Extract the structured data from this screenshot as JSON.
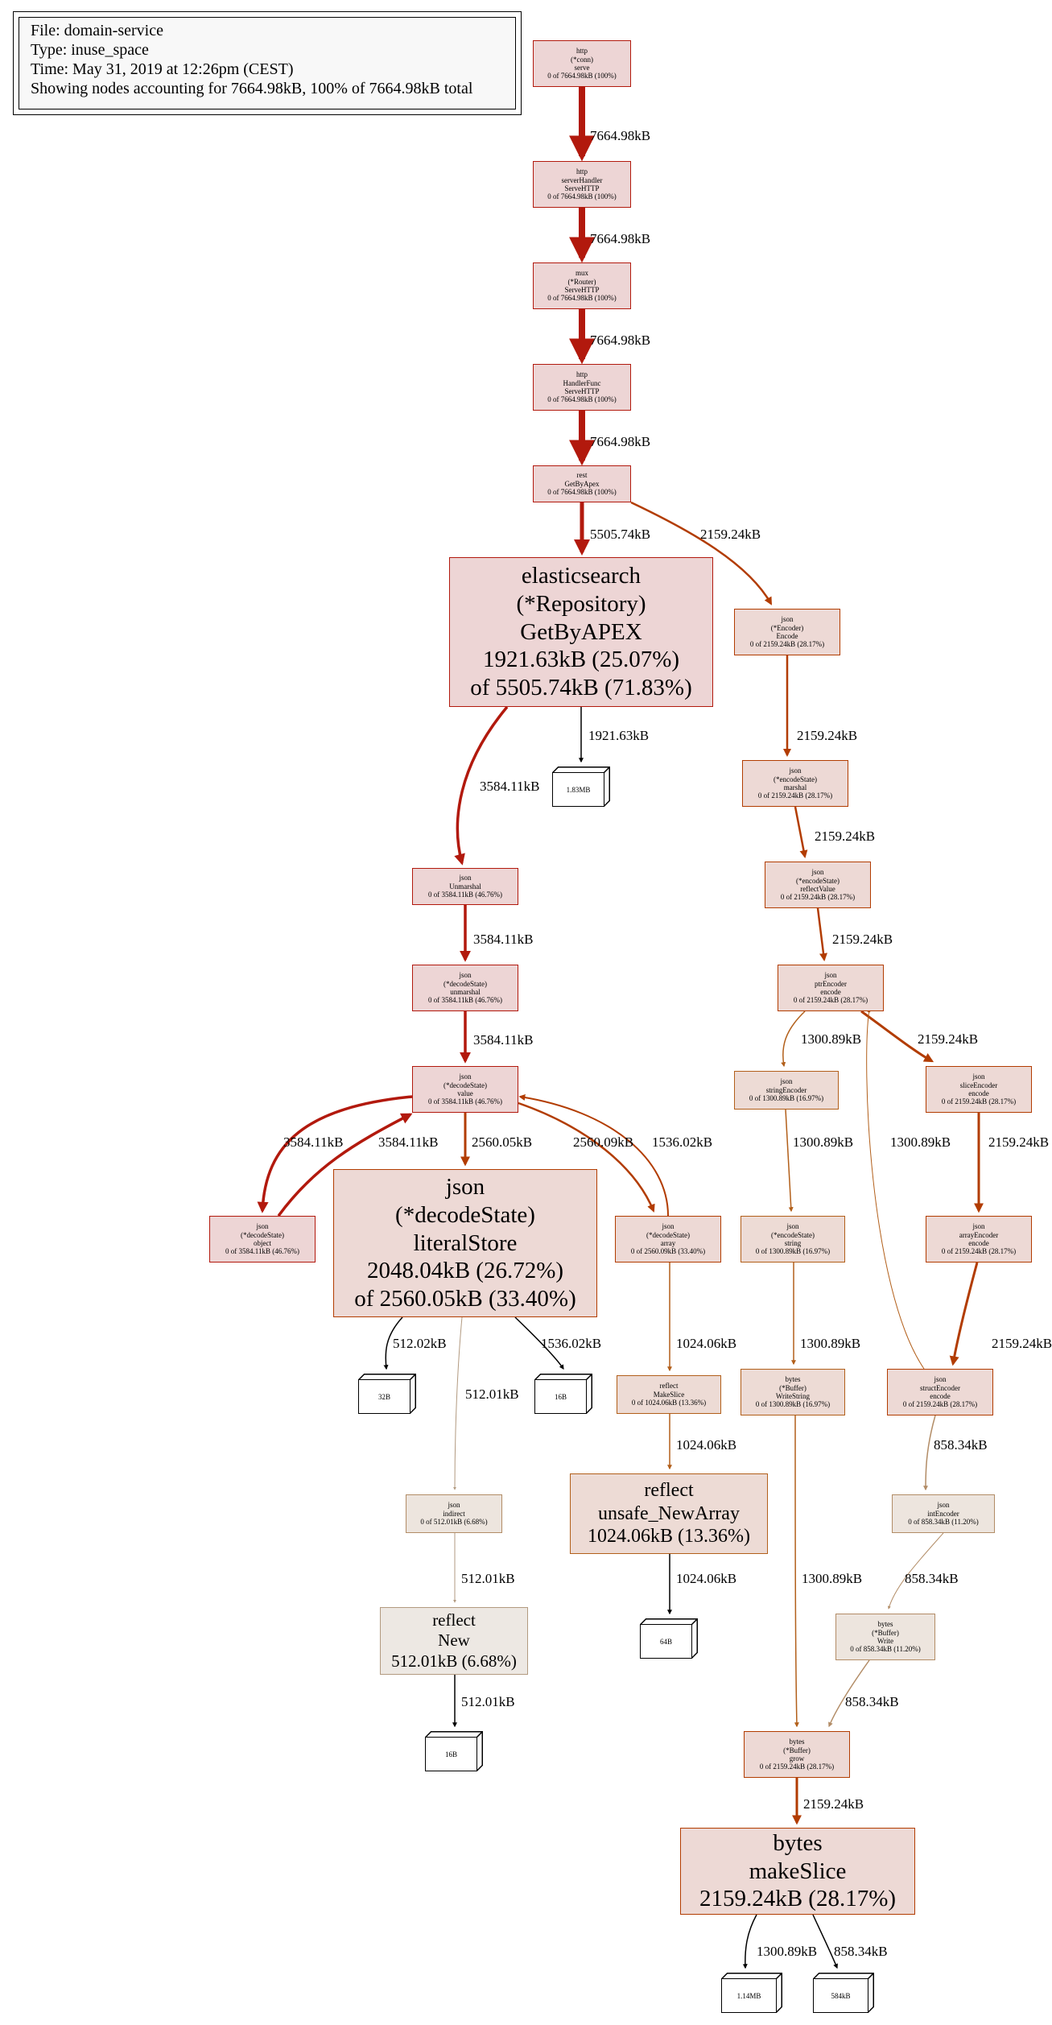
{
  "legend": {
    "file": "File: domain-service",
    "type": "Type: inuse_space",
    "time": "Time: May 31, 2019 at 12:26pm (CEST)",
    "showing": "Showing nodes accounting for 7664.98kB, 100% of 7664.98kB total"
  },
  "colors": {
    "hot": "#b2190d",
    "warm": "#b23c00",
    "mid": "#b25f1a",
    "cool": "#b28c66",
    "cold": "#b29a80",
    "fill_hot": "#edd5d5",
    "fill_warm": "#edd9d5",
    "fill_mid": "#eddbd5",
    "fill_cool": "#ede5de",
    "fill_cold": "#ede8e3"
  },
  "nodes": [
    {
      "id": "n1",
      "lines": [
        "http",
        "(*conn)",
        "serve",
        "0 of 7664.98kB (100%)"
      ],
      "color": "hot",
      "fill": "fill_hot"
    },
    {
      "id": "n2",
      "lines": [
        "http",
        "serverHandler",
        "ServeHTTP",
        "0 of 7664.98kB (100%)"
      ],
      "color": "hot",
      "fill": "fill_hot"
    },
    {
      "id": "n3",
      "lines": [
        "mux",
        "(*Router)",
        "ServeHTTP",
        "0 of 7664.98kB (100%)"
      ],
      "color": "hot",
      "fill": "fill_hot"
    },
    {
      "id": "n4",
      "lines": [
        "http",
        "HandlerFunc",
        "ServeHTTP",
        "0 of 7664.98kB (100%)"
      ],
      "color": "hot",
      "fill": "fill_hot"
    },
    {
      "id": "n5",
      "lines": [
        "rest",
        "GetByApex",
        "0 of 7664.98kB (100%)"
      ],
      "color": "hot",
      "fill": "fill_hot"
    },
    {
      "id": "n6",
      "lines": [
        "elasticsearch",
        "(*Repository)",
        "GetByAPEX",
        "1921.63kB (25.07%)",
        "of 5505.74kB (71.83%)"
      ],
      "color": "hot",
      "fill": "fill_hot"
    },
    {
      "id": "n7",
      "lines": [
        "json",
        "(*Encoder)",
        "Encode",
        "0 of 2159.24kB (28.17%)"
      ],
      "color": "warm",
      "fill": "fill_warm"
    },
    {
      "id": "n8",
      "lines": [
        "json",
        "(*encodeState)",
        "marshal",
        "0 of 2159.24kB (28.17%)"
      ],
      "color": "warm",
      "fill": "fill_warm"
    },
    {
      "id": "n9",
      "lines": [
        "json",
        "(*encodeState)",
        "reflectValue",
        "0 of 2159.24kB (28.17%)"
      ],
      "color": "warm",
      "fill": "fill_warm"
    },
    {
      "id": "n10",
      "lines": [
        "json",
        "Unmarshal",
        "0 of 3584.11kB (46.76%)"
      ],
      "color": "hot",
      "fill": "fill_hot"
    },
    {
      "id": "n11",
      "lines": [
        "json",
        "ptrEncoder",
        "encode",
        "0 of 2159.24kB (28.17%)"
      ],
      "color": "warm",
      "fill": "fill_warm"
    },
    {
      "id": "n12",
      "lines": [
        "json",
        "(*decodeState)",
        "unmarshal",
        "0 of 3584.11kB (46.76%)"
      ],
      "color": "hot",
      "fill": "fill_hot"
    },
    {
      "id": "n13",
      "lines": [
        "json",
        "(*decodeState)",
        "value",
        "0 of 3584.11kB (46.76%)"
      ],
      "color": "hot",
      "fill": "fill_hot"
    },
    {
      "id": "n14",
      "lines": [
        "json",
        "stringEncoder",
        "0 of 1300.89kB (16.97%)"
      ],
      "color": "mid",
      "fill": "fill_mid"
    },
    {
      "id": "n15",
      "lines": [
        "json",
        "sliceEncoder",
        "encode",
        "0 of 2159.24kB (28.17%)"
      ],
      "color": "warm",
      "fill": "fill_warm"
    },
    {
      "id": "n16",
      "lines": [
        "json",
        "(*decodeState)",
        "object",
        "0 of 3584.11kB (46.76%)"
      ],
      "color": "hot",
      "fill": "fill_hot"
    },
    {
      "id": "n17",
      "lines": [
        "json",
        "(*decodeState)",
        "literalStore",
        "2048.04kB (26.72%)",
        "of 2560.05kB (33.40%)"
      ],
      "color": "warm",
      "fill": "fill_warm"
    },
    {
      "id": "n18",
      "lines": [
        "json",
        "(*decodeState)",
        "array",
        "0 of 2560.09kB (33.40%)"
      ],
      "color": "warm",
      "fill": "fill_warm"
    },
    {
      "id": "n19",
      "lines": [
        "json",
        "(*encodeState)",
        "string",
        "0 of 1300.89kB (16.97%)"
      ],
      "color": "mid",
      "fill": "fill_mid"
    },
    {
      "id": "n20",
      "lines": [
        "json",
        "arrayEncoder",
        "encode",
        "0 of 2159.24kB (28.17%)"
      ],
      "color": "warm",
      "fill": "fill_warm"
    },
    {
      "id": "n21",
      "lines": [
        "reflect",
        "MakeSlice",
        "0 of 1024.06kB (13.36%)"
      ],
      "color": "mid",
      "fill": "fill_mid"
    },
    {
      "id": "n22",
      "lines": [
        "bytes",
        "(*Buffer)",
        "WriteString",
        "0 of 1300.89kB (16.97%)"
      ],
      "color": "mid",
      "fill": "fill_mid"
    },
    {
      "id": "n23",
      "lines": [
        "json",
        "structEncoder",
        "encode",
        "0 of 2159.24kB (28.17%)"
      ],
      "color": "warm",
      "fill": "fill_warm"
    },
    {
      "id": "n24",
      "lines": [
        "json",
        "indirect",
        "0 of 512.01kB (6.68%)"
      ],
      "color": "cool",
      "fill": "fill_cool"
    },
    {
      "id": "n25",
      "lines": [
        "reflect",
        "unsafe_NewArray",
        "1024.06kB (13.36%)"
      ],
      "color": "mid",
      "fill": "fill_mid"
    },
    {
      "id": "n26",
      "lines": [
        "json",
        "intEncoder",
        "0 of 858.34kB (11.20%)"
      ],
      "color": "cool",
      "fill": "fill_cool"
    },
    {
      "id": "n27",
      "lines": [
        "reflect",
        "New",
        "512.01kB (6.68%)"
      ],
      "color": "cold",
      "fill": "fill_cold"
    },
    {
      "id": "n28",
      "lines": [
        "bytes",
        "(*Buffer)",
        "Write",
        "0 of 858.34kB (11.20%)"
      ],
      "color": "cool",
      "fill": "fill_cool"
    },
    {
      "id": "n29",
      "lines": [
        "bytes",
        "(*Buffer)",
        "grow",
        "0 of 2159.24kB (28.17%)"
      ],
      "color": "warm",
      "fill": "fill_warm"
    },
    {
      "id": "n30",
      "lines": [
        "bytes",
        "makeSlice",
        "2159.24kB (28.17%)"
      ],
      "color": "warm",
      "fill": "fill_warm"
    }
  ],
  "leaves": [
    {
      "id": "l1",
      "label": "1.83MB"
    },
    {
      "id": "l2",
      "label": "32B"
    },
    {
      "id": "l3",
      "label": "16B"
    },
    {
      "id": "l4",
      "label": "64B"
    },
    {
      "id": "l5",
      "label": "16B"
    },
    {
      "id": "l6",
      "label": "1.14MB"
    },
    {
      "id": "l7",
      "label": "584kB"
    }
  ],
  "edges": [
    {
      "id": "e1",
      "from": "n1",
      "to": "n2",
      "label": "7664.98kB",
      "color": "hot"
    },
    {
      "id": "e2",
      "from": "n2",
      "to": "n3",
      "label": "7664.98kB",
      "color": "hot"
    },
    {
      "id": "e3",
      "from": "n3",
      "to": "n4",
      "label": "7664.98kB",
      "color": "hot"
    },
    {
      "id": "e4",
      "from": "n4",
      "to": "n5",
      "label": "7664.98kB",
      "color": "hot"
    },
    {
      "id": "e5",
      "from": "n5",
      "to": "n6",
      "label": "5505.74kB",
      "color": "hot"
    },
    {
      "id": "e6",
      "from": "n5",
      "to": "n7",
      "label": "2159.24kB",
      "color": "warm"
    },
    {
      "id": "e7",
      "from": "n6",
      "to": "l1",
      "label": "1921.63kB",
      "color": "black"
    },
    {
      "id": "e8",
      "from": "n6",
      "to": "n10",
      "label": "3584.11kB",
      "color": "hot"
    },
    {
      "id": "e9",
      "from": "n7",
      "to": "n8",
      "label": "2159.24kB",
      "color": "warm"
    },
    {
      "id": "e10",
      "from": "n8",
      "to": "n9",
      "label": "2159.24kB",
      "color": "warm"
    },
    {
      "id": "e11",
      "from": "n9",
      "to": "n11",
      "label": "2159.24kB",
      "color": "warm"
    },
    {
      "id": "e12",
      "from": "n10",
      "to": "n12",
      "label": "3584.11kB",
      "color": "hot"
    },
    {
      "id": "e13",
      "from": "n12",
      "to": "n13",
      "label": "3584.11kB",
      "color": "hot"
    },
    {
      "id": "e14",
      "from": "n11",
      "to": "n14",
      "label": "1300.89kB",
      "color": "mid"
    },
    {
      "id": "e15",
      "from": "n11",
      "to": "n15",
      "label": "2159.24kB",
      "color": "warm"
    },
    {
      "id": "e16",
      "from": "n13",
      "to": "n16",
      "label": "3584.11kB",
      "color": "hot"
    },
    {
      "id": "e17",
      "from": "n16",
      "to": "n13",
      "label": "3584.11kB",
      "color": "hot"
    },
    {
      "id": "e18",
      "from": "n13",
      "to": "n17",
      "label": "2560.05kB",
      "color": "warm"
    },
    {
      "id": "e19",
      "from": "n13",
      "to": "n18",
      "label": "2560.09kB",
      "color": "warm"
    },
    {
      "id": "e20",
      "from": "n18",
      "to": "n13",
      "label": "1536.02kB",
      "color": "warm"
    },
    {
      "id": "e21",
      "from": "n14",
      "to": "n19",
      "label": "1300.89kB",
      "color": "mid"
    },
    {
      "id": "e22",
      "from": "n23",
      "to": "n11",
      "label": "1300.89kB",
      "color": "mid"
    },
    {
      "id": "e23",
      "from": "n15",
      "to": "n20",
      "label": "2159.24kB",
      "color": "warm"
    },
    {
      "id": "e24",
      "from": "n17",
      "to": "l2",
      "label": "512.02kB",
      "color": "black"
    },
    {
      "id": "e25",
      "from": "n17",
      "to": "l3",
      "label": "1536.02kB",
      "color": "black"
    },
    {
      "id": "e26",
      "from": "n17",
      "to": "n24",
      "label": "512.01kB",
      "color": "cold"
    },
    {
      "id": "e27",
      "from": "n18",
      "to": "n21",
      "label": "1024.06kB",
      "color": "mid"
    },
    {
      "id": "e28",
      "from": "n19",
      "to": "n22",
      "label": "1300.89kB",
      "color": "mid"
    },
    {
      "id": "e29",
      "from": "n20",
      "to": "n23",
      "label": "2159.24kB",
      "color": "warm"
    },
    {
      "id": "e30",
      "from": "n21",
      "to": "n25",
      "label": "1024.06kB",
      "color": "mid"
    },
    {
      "id": "e31",
      "from": "n22",
      "to": "n29",
      "label": "1300.89kB",
      "color": "mid"
    },
    {
      "id": "e32",
      "from": "n23",
      "to": "n26",
      "label": "858.34kB",
      "color": "cool"
    },
    {
      "id": "e33",
      "from": "n24",
      "to": "n27",
      "label": "512.01kB",
      "color": "cold"
    },
    {
      "id": "e34",
      "from": "n25",
      "to": "l4",
      "label": "1024.06kB",
      "color": "black"
    },
    {
      "id": "e35",
      "from": "n26",
      "to": "n28",
      "label": "858.34kB",
      "color": "cool"
    },
    {
      "id": "e36",
      "from": "n27",
      "to": "l5",
      "label": "512.01kB",
      "color": "black"
    },
    {
      "id": "e37",
      "from": "n28",
      "to": "n29",
      "label": "858.34kB",
      "color": "cool"
    },
    {
      "id": "e38",
      "from": "n29",
      "to": "n30",
      "label": "2159.24kB",
      "color": "warm"
    },
    {
      "id": "e39",
      "from": "n30",
      "to": "l6",
      "label": "1300.89kB",
      "color": "black"
    },
    {
      "id": "e40",
      "from": "n30",
      "to": "l7",
      "label": "858.34kB",
      "color": "black"
    }
  ]
}
